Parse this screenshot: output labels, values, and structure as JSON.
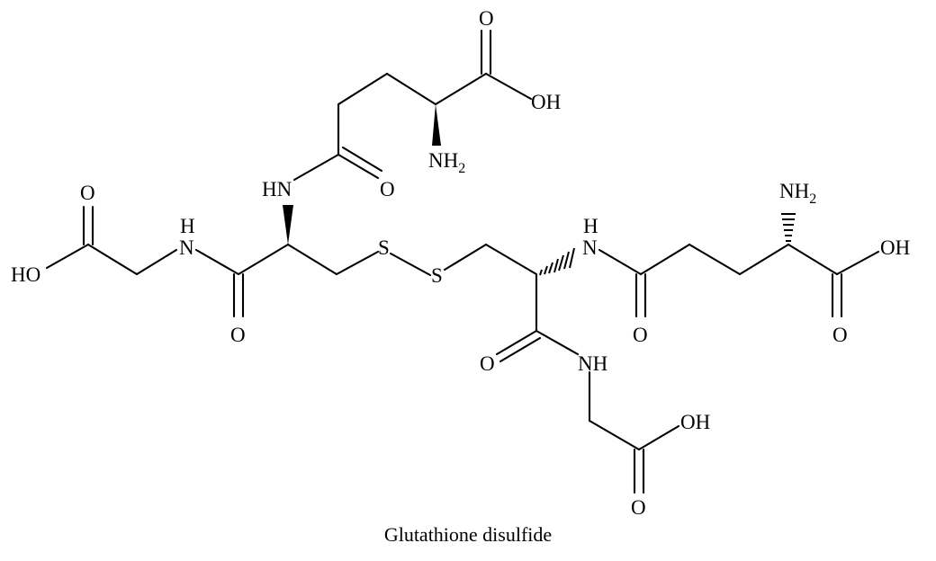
{
  "caption": "Glutathione disulfide",
  "atoms": {
    "O": "O",
    "OH": "OH",
    "HO": "HO",
    "HN": "HN",
    "NH": "NH",
    "N": "N",
    "H": "H",
    "S": "S",
    "NH2_main": "NH",
    "NH2_sub": "2"
  }
}
